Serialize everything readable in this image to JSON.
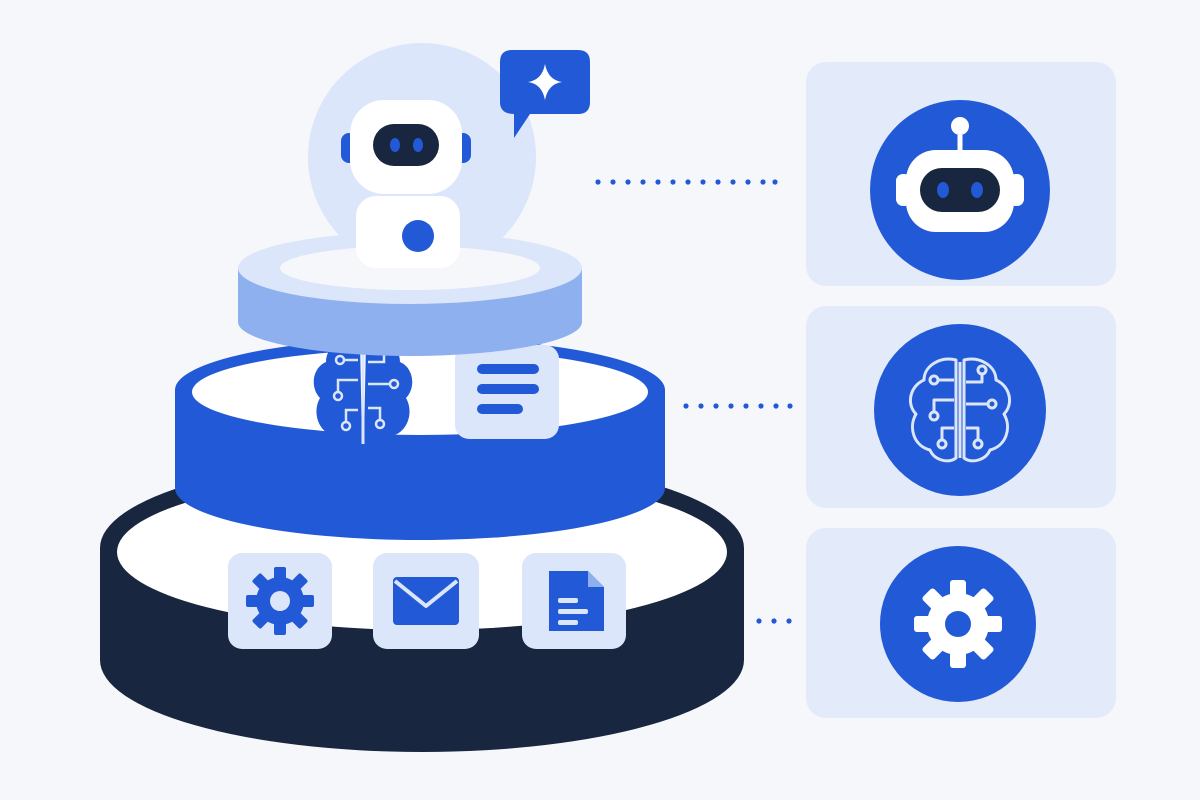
{
  "colors": {
    "background": "#f5f7fb",
    "navy": "#18263f",
    "blue": "#2259d6",
    "blue_mid": "#5f8ae6",
    "blue_light": "#8fb0ee",
    "pale": "#dce6fa",
    "card": "#e3ebfa",
    "white": "#ffffff",
    "dots": "#2259d6"
  },
  "layers": [
    {
      "name": "agent-layer",
      "icons": [
        "robot-icon",
        "sparkle-chat-icon"
      ]
    },
    {
      "name": "intelligence-layer",
      "icons": [
        "brain-circuit-icon",
        "text-lines-icon"
      ]
    },
    {
      "name": "tools-layer",
      "icons": [
        "gear-icon",
        "mail-icon",
        "document-icon"
      ]
    }
  ],
  "legend": [
    {
      "icon": "robot-icon"
    },
    {
      "icon": "brain-circuit-icon"
    },
    {
      "icon": "gear-icon"
    }
  ]
}
